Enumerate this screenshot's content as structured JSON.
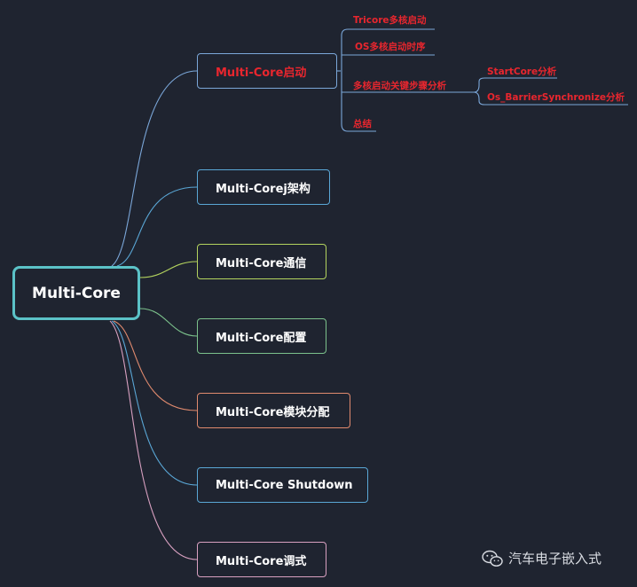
{
  "root": {
    "label": "Multi-Core"
  },
  "branches": [
    {
      "label": "Multi-Core启动",
      "text_color": "#e8262e",
      "edge_color": "#7ba7d9"
    },
    {
      "label": "Multi-Corej架构",
      "text_color": "#ffffff",
      "edge_color": "#5aa7d6"
    },
    {
      "label": "Multi-Core通信",
      "text_color": "#ffffff",
      "edge_color": "#b3d35e"
    },
    {
      "label": "Multi-Core配置",
      "text_color": "#ffffff",
      "edge_color": "#7cc28c"
    },
    {
      "label": "Multi-Core模块分配",
      "text_color": "#ffffff",
      "edge_color": "#e08a6e"
    },
    {
      "label": "Multi-Core Shutdown",
      "text_color": "#ffffff",
      "edge_color": "#5aa7d6"
    },
    {
      "label": "Multi-Core调式",
      "text_color": "#ffffff",
      "edge_color": "#d8a0c0"
    }
  ],
  "startup_children": [
    {
      "label": "Tricore多核启动"
    },
    {
      "label": "OS多核启动时序"
    },
    {
      "label": "多核启动关键步骤分析",
      "children": [
        {
          "label": "StartCore分析"
        },
        {
          "label": "Os_BarrierSynchronize分析"
        }
      ]
    },
    {
      "label": "总结"
    }
  ],
  "watermark": {
    "text": "汽车电子嵌入式",
    "icon": "wechat-icon"
  }
}
